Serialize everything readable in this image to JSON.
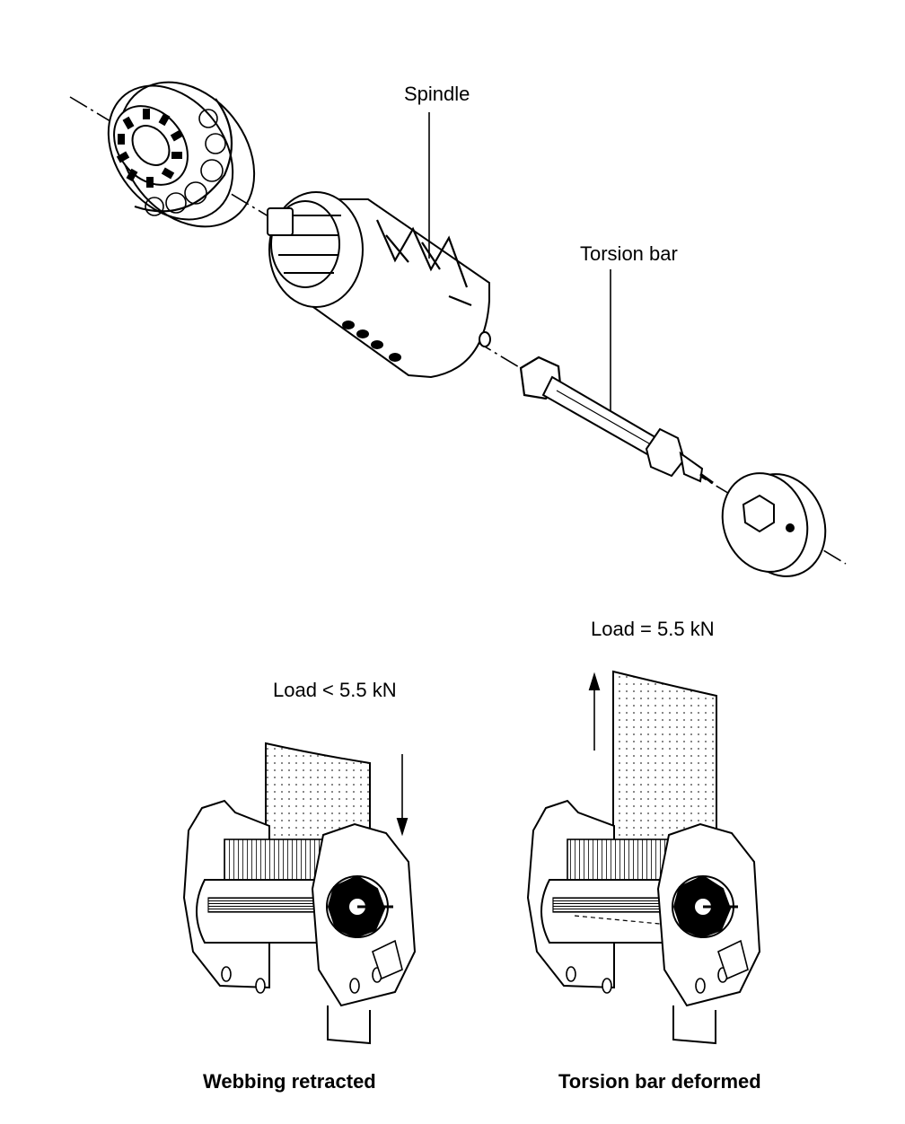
{
  "labels": {
    "spindle": "Spindle",
    "torsion_bar": "Torsion bar",
    "load_equal": "Load = 5.5 kN",
    "load_less": "Load < 5.5 kN"
  },
  "captions": {
    "left": "Webbing retracted",
    "right": "Torsion bar deformed"
  },
  "colors": {
    "ink": "#000000",
    "paper": "#ffffff"
  }
}
